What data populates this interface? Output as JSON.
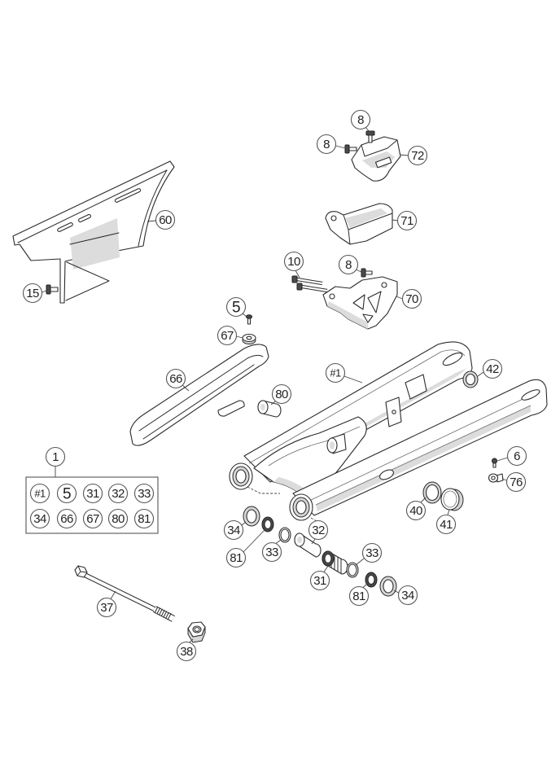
{
  "callouts": [
    "8",
    "8",
    "72",
    "60",
    "71",
    "10",
    "8",
    "70",
    "15",
    "5",
    "67",
    "66",
    "#1",
    "42",
    "80",
    "6",
    "76",
    "40",
    "41",
    "34",
    "32",
    "81",
    "33",
    "33",
    "31",
    "81",
    "34",
    "37",
    "38"
  ],
  "kit": {
    "label": "1",
    "items": [
      "#1",
      "5",
      "31",
      "32",
      "33",
      "34",
      "66",
      "67",
      "80",
      "81"
    ]
  }
}
